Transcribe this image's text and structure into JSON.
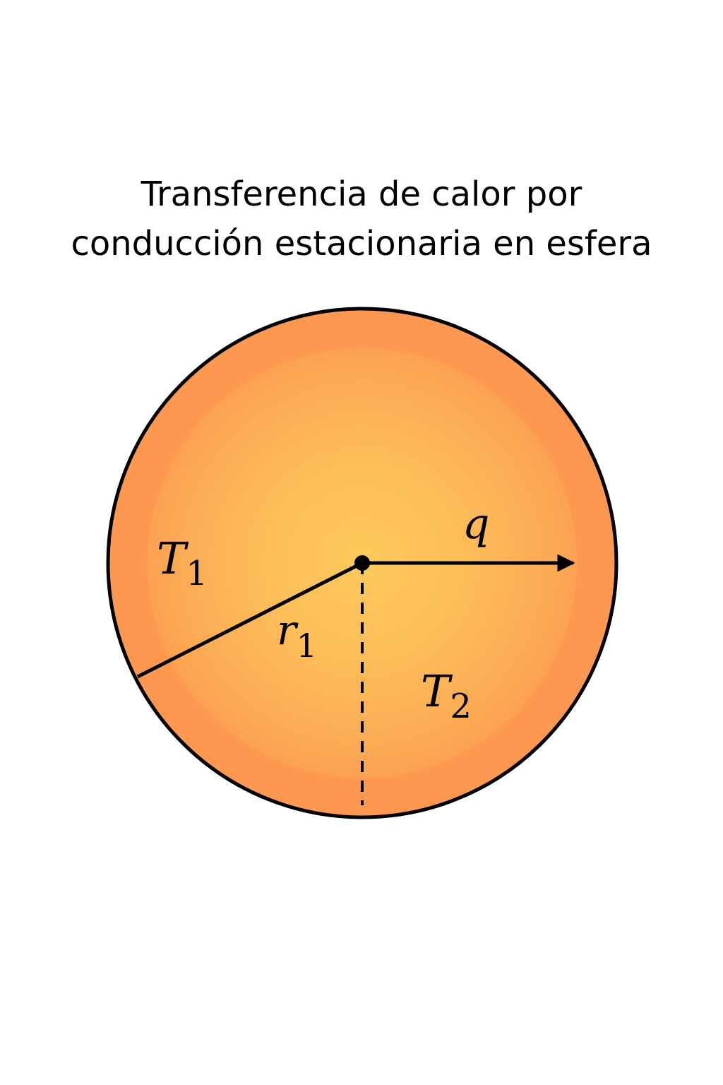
{
  "title": {
    "line1": "Transferencia de calor por",
    "line2": "conducción estacionaria en esfera"
  },
  "labels": {
    "t1": {
      "main": "T",
      "sub": "1"
    },
    "t2": {
      "main": "T",
      "sub": "2"
    },
    "r1": {
      "main": "r",
      "sub": "1"
    },
    "q": {
      "main": "q"
    }
  },
  "colors": {
    "outer_ring": "#fd9851",
    "inner_core": "#fdc95c",
    "outline": "#000000",
    "background": "#ffffff"
  }
}
